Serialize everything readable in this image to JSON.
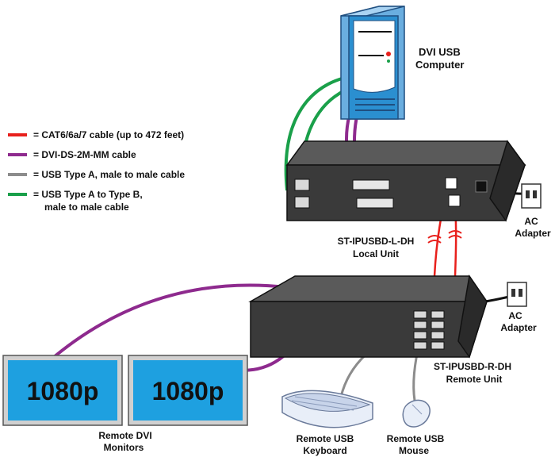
{
  "legend": {
    "items": [
      {
        "key": "cat",
        "text": "= CAT6/6a/7 cable (up to 472 feet)",
        "color": "#e8201c"
      },
      {
        "key": "dvi",
        "text": "= DVI-DS-2M-MM cable",
        "color": "#8e2a8e"
      },
      {
        "key": "usba",
        "text": "= USB Type A, male to male cable",
        "color": "#8c8c8c"
      },
      {
        "key": "usbab",
        "text": "= USB Type A to Type B,",
        "text2": "male to male cable",
        "color": "#1aa04a"
      }
    ]
  },
  "computer": {
    "line1": "DVI USB",
    "line2": "Computer"
  },
  "local_unit": {
    "line1": "ST-IPUSBD-L-DH",
    "line2": "Local Unit"
  },
  "remote_unit": {
    "line1": "ST-IPUSBD-R-DH",
    "line2": "Remote Unit"
  },
  "ac_local": {
    "line1": "AC",
    "line2": "Adapter"
  },
  "ac_remote": {
    "line1": "AC",
    "line2": "Adapter"
  },
  "monitors": {
    "screen1": "1080p",
    "screen2": "1080p",
    "line1": "Remote DVI",
    "line2": "Monitors"
  },
  "keyboard": {
    "line1": "Remote USB",
    "line2": "Keyboard"
  },
  "mouse": {
    "line1": "Remote USB",
    "line2": "Mouse"
  },
  "colors": {
    "chassis": "#3a3a3a",
    "monitor_screen": "#1ea0e0",
    "computer_accent": "#2b8fd0"
  }
}
